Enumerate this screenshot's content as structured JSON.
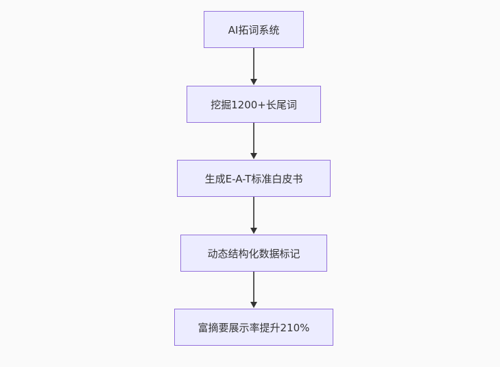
{
  "diagram": {
    "type": "flowchart",
    "direction": "top-down",
    "nodes": [
      {
        "id": "n1",
        "label": "AI拓词系统"
      },
      {
        "id": "n2",
        "label": "挖掘1200+长尾词"
      },
      {
        "id": "n3",
        "label": "生成E-A-T标准白皮书"
      },
      {
        "id": "n4",
        "label": "动态结构化数据标记"
      },
      {
        "id": "n5",
        "label": "富摘要展示率提升210%"
      }
    ],
    "edges": [
      {
        "from": "n1",
        "to": "n2",
        "arrow": "down"
      },
      {
        "from": "n2",
        "to": "n3",
        "arrow": "down"
      },
      {
        "from": "n3",
        "to": "n4",
        "arrow": "down"
      },
      {
        "from": "n4",
        "to": "n5",
        "arrow": "down"
      }
    ],
    "colors": {
      "background": "#FAFAFA",
      "node_fill": "#ECECFF",
      "node_border": "#9370DB",
      "node_text": "#333333",
      "edge_line": "#555555",
      "edge_arrowhead": "#333333"
    }
  }
}
